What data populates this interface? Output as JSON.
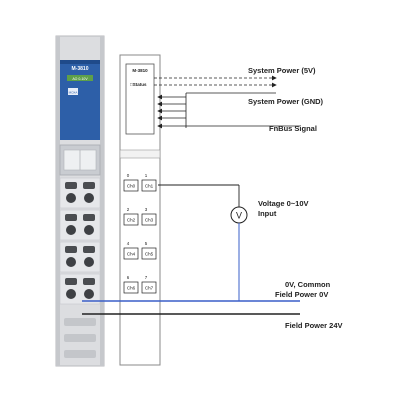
{
  "module": {
    "model_label": "M-3810",
    "sublabel": "AO 0-10V",
    "brand_tag": "MOXA"
  },
  "schematic": {
    "model_label": "M-3810",
    "status_label": "□Status",
    "channels": [
      {
        "label": "Ch0",
        "num": "0"
      },
      {
        "label": "Ch1",
        "num": "1"
      },
      {
        "label": "Ch2",
        "num": "2"
      },
      {
        "label": "Ch3",
        "num": "3"
      },
      {
        "label": "Ch4",
        "num": "4"
      },
      {
        "label": "Ch5",
        "num": "5"
      },
      {
        "label": "Ch6",
        "num": "6"
      },
      {
        "label": "Ch7",
        "num": "7"
      }
    ],
    "meter_symbol": "V"
  },
  "annotations": {
    "system_power_5v": "System Power (5V)",
    "system_power_gnd": "System Power (GND)",
    "fnbus_signal": "FnBus Signal",
    "voltage_input_line1": "Voltage 0~10V",
    "voltage_input_line2": "Input",
    "common_line1": "0V, Common",
    "common_line2": "Field Power 0V",
    "field_power_24v": "Field Power 24V"
  },
  "colors": {
    "module_blue": "#2d5fa8",
    "module_body": "#dcdde0",
    "signal_blue": "#3a5fc8",
    "wire_black": "#222222"
  }
}
